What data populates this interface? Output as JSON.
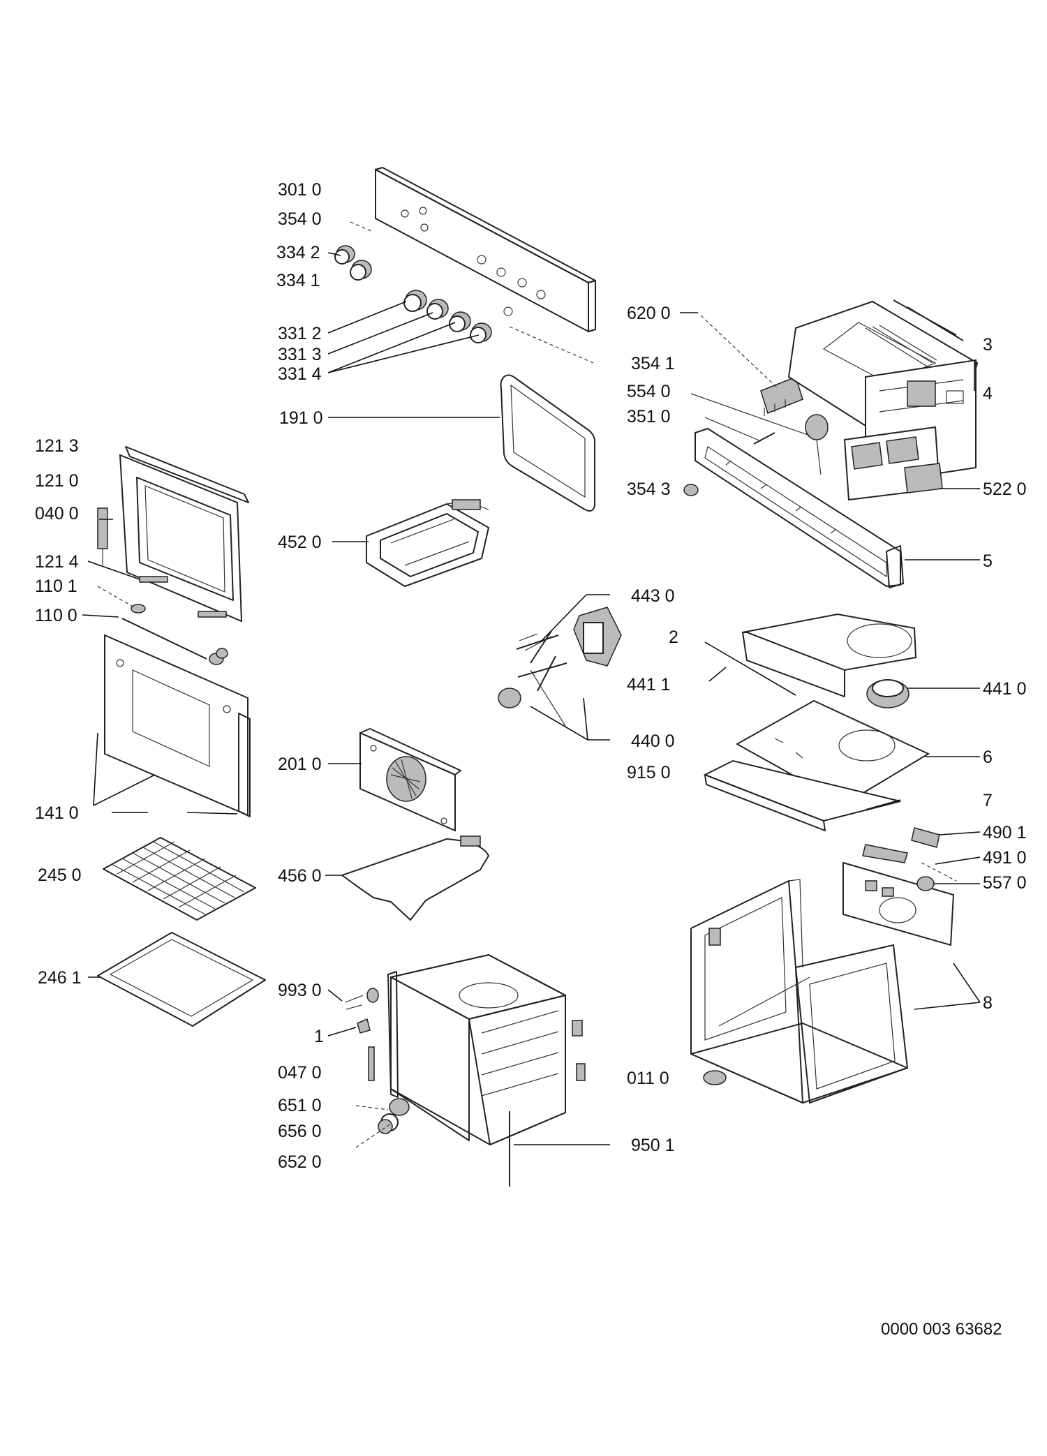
{
  "diagram": {
    "document_number": "0000 003 63682",
    "labels": [
      {
        "id": "l1",
        "text": "301 0"
      },
      {
        "id": "l2",
        "text": "354 0"
      },
      {
        "id": "l3",
        "text": "334 2"
      },
      {
        "id": "l4",
        "text": "334 1"
      },
      {
        "id": "l5",
        "text": "331 2"
      },
      {
        "id": "l6",
        "text": "331 3"
      },
      {
        "id": "l7",
        "text": "331 4"
      },
      {
        "id": "l8",
        "text": "191 0"
      },
      {
        "id": "l9",
        "text": "121 3"
      },
      {
        "id": "l10",
        "text": "121 0"
      },
      {
        "id": "l11",
        "text": "040 0"
      },
      {
        "id": "l12",
        "text": "121 4"
      },
      {
        "id": "l13",
        "text": "110 1"
      },
      {
        "id": "l14",
        "text": "110 0"
      },
      {
        "id": "l15",
        "text": "452 0"
      },
      {
        "id": "l16",
        "text": "141 0"
      },
      {
        "id": "l17",
        "text": "201 0"
      },
      {
        "id": "l18",
        "text": "245 0"
      },
      {
        "id": "l19",
        "text": "456 0"
      },
      {
        "id": "l20",
        "text": "246 1"
      },
      {
        "id": "l21",
        "text": "993 0"
      },
      {
        "id": "l22",
        "text": "1"
      },
      {
        "id": "l23",
        "text": "047 0"
      },
      {
        "id": "l24",
        "text": "651 0"
      },
      {
        "id": "l25",
        "text": "656 0"
      },
      {
        "id": "l26",
        "text": "652 0"
      },
      {
        "id": "l27",
        "text": "620 0"
      },
      {
        "id": "l28",
        "text": "354 1"
      },
      {
        "id": "l29",
        "text": "554 0"
      },
      {
        "id": "l30",
        "text": "351 0"
      },
      {
        "id": "l31",
        "text": "354 3"
      },
      {
        "id": "l32",
        "text": "443 0"
      },
      {
        "id": "l33",
        "text": "441 1"
      },
      {
        "id": "l34",
        "text": "440 0"
      },
      {
        "id": "l35",
        "text": "915 0"
      },
      {
        "id": "l36",
        "text": "011 0"
      },
      {
        "id": "l37",
        "text": "950 1"
      },
      {
        "id": "l38",
        "text": "3"
      },
      {
        "id": "l39",
        "text": "4"
      },
      {
        "id": "l40",
        "text": "522 0"
      },
      {
        "id": "l41",
        "text": "5"
      },
      {
        "id": "l42",
        "text": "2"
      },
      {
        "id": "l43",
        "text": "441 0"
      },
      {
        "id": "l44",
        "text": "6"
      },
      {
        "id": "l45",
        "text": "7"
      },
      {
        "id": "l46",
        "text": "490 1"
      },
      {
        "id": "l47",
        "text": "491 0"
      },
      {
        "id": "l48",
        "text": "557 0"
      },
      {
        "id": "l49",
        "text": "8"
      }
    ]
  }
}
